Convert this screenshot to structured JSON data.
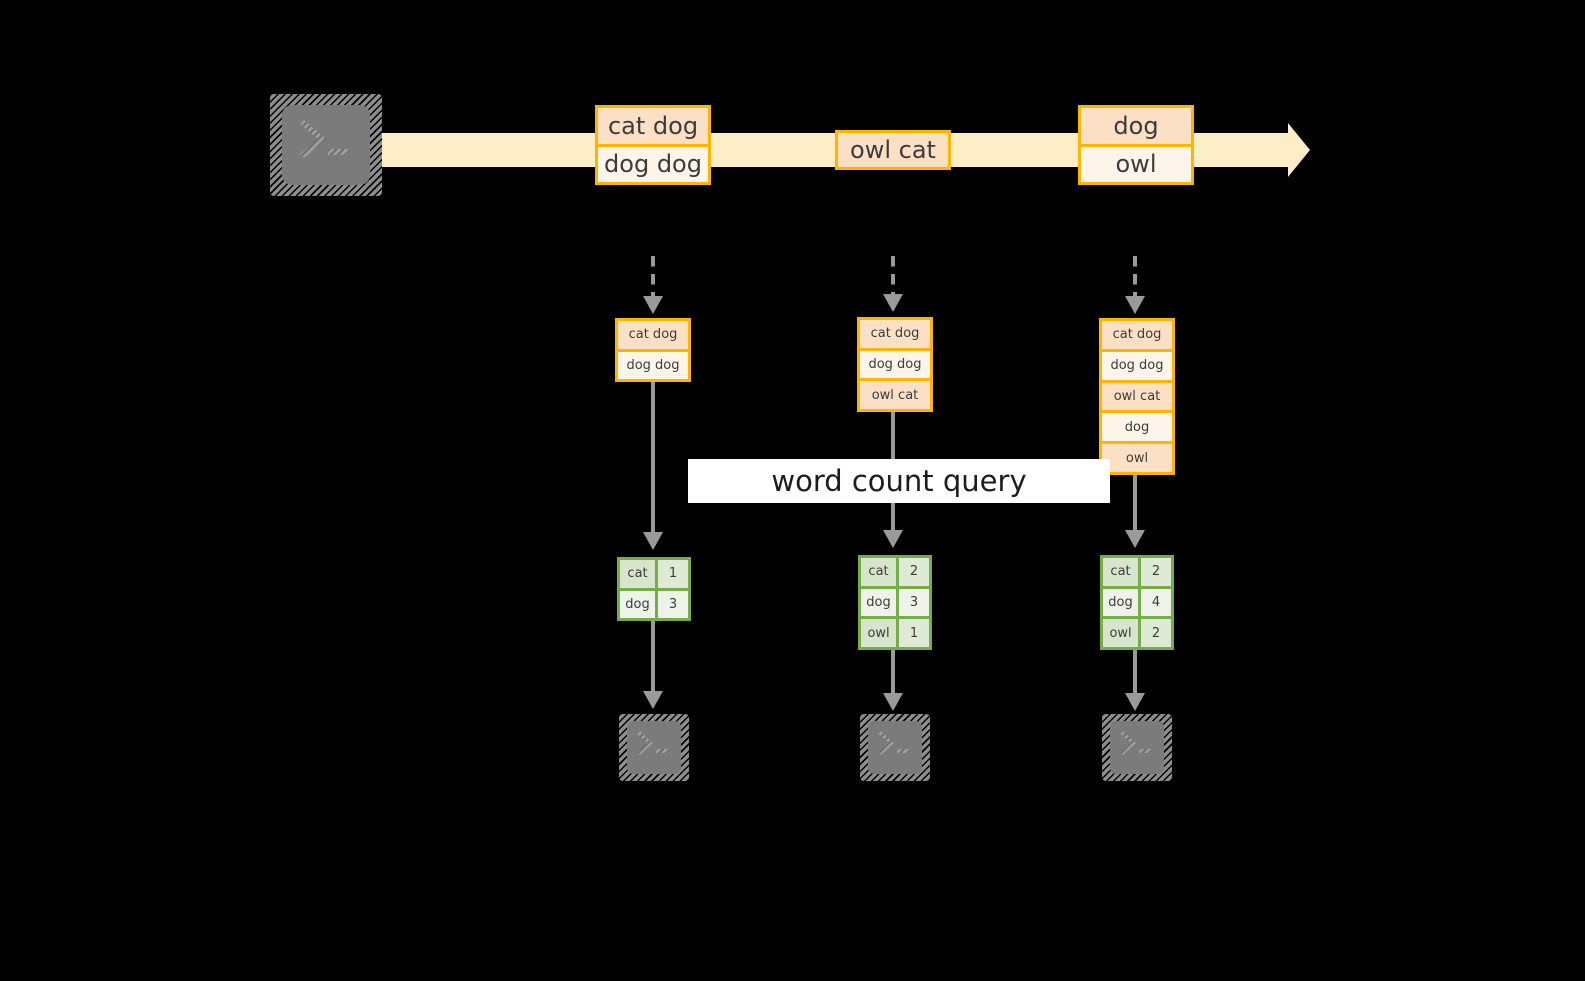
{
  "diagram": {
    "title_banner": {
      "label": "word count query"
    },
    "icons": {
      "stream_source": "terminal-icon",
      "consumer": "terminal-icon"
    },
    "timeline": {
      "events": [
        {
          "id": "e1",
          "rows": [
            "cat dog",
            "dog dog"
          ]
        },
        {
          "id": "e2",
          "rows": [
            "owl cat"
          ]
        },
        {
          "id": "e3",
          "rows": [
            "dog",
            "owl"
          ]
        }
      ]
    },
    "snapshots": [
      {
        "id": "s1",
        "log_rows": [
          "cat dog",
          "dog dog"
        ],
        "result": {
          "words": [
            "cat",
            "dog"
          ],
          "counts": [
            "1",
            "3"
          ]
        }
      },
      {
        "id": "s2",
        "log_rows": [
          "cat dog",
          "dog dog",
          "owl cat"
        ],
        "result": {
          "words": [
            "cat",
            "dog",
            "owl"
          ],
          "counts": [
            "2",
            "3",
            "1"
          ]
        }
      },
      {
        "id": "s3",
        "log_rows": [
          "cat dog",
          "dog dog",
          "owl cat",
          "dog",
          "owl"
        ],
        "result": {
          "words": [
            "cat",
            "dog",
            "owl"
          ],
          "counts": [
            "2",
            "4",
            "2"
          ]
        }
      }
    ],
    "colors": {
      "stream_band": "#fdeec7",
      "record_border": "#ffb400",
      "record_fill_dark": "#fbe0c5",
      "record_fill_light": "#fdf4ea",
      "table_border": "#76ad49",
      "table_fill_dark": "#d7e5cc",
      "table_fill_light": "#eef3ea",
      "arrow": "#9a9a9a",
      "icon_fill": "#7b7b7b",
      "background": "#000000",
      "banner_fill": "#ffffff"
    }
  }
}
